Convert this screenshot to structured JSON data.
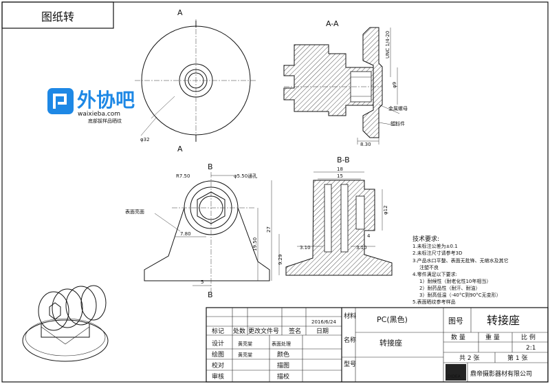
{
  "top_left_label": "图纸转",
  "section_labels": {
    "a_left_top": "A",
    "a_left_bottom": "A",
    "aa": "A-A",
    "b_top": "B",
    "b_bottom": "B",
    "bb": "B-B"
  },
  "watermark": {
    "brand": "外协吧",
    "url": "waixieba.com"
  },
  "front_view": {
    "texture_note": "底部拔样品晒纹",
    "dia": "φ32"
  },
  "section_aa": {
    "thread": "UNC 1/4-20",
    "phi9": "φ9",
    "nut": "金属螺母",
    "plastic": "塑料件",
    "dim_830": "8.30"
  },
  "view_b": {
    "r": "R7.50",
    "hole": "φ5.50通孔",
    "surface": "表面亮面",
    "d780": "7.80",
    "d1950": "19.50",
    "d27": "27",
    "d5": "5"
  },
  "section_bb": {
    "d18": "18",
    "d15": "15",
    "phi12": "φ12",
    "d310a": "3.10",
    "d310b": "3.10",
    "d4": "4",
    "d929": "9.29"
  },
  "notes": {
    "title": "技术要求:",
    "lines": [
      "1.未标注公差为±0.1",
      "2.未标注尺寸请参考3D",
      "3.产品水口平整、表面无批锋、无缩水及其它",
      "注塑不良",
      "4.零件满足以下要求:",
      "1）耐候性（耐老化性10年相当）",
      "2）耐药品性（耐汗、耐油）",
      "3）耐高低温（-40°C到90°C无变形）",
      "5.表面晒纹参考样品"
    ]
  },
  "title_block": {
    "date": "2016/6/24",
    "material_label": "材料",
    "material": "PC(黑色)",
    "drawing_no_label": "图号",
    "part_name": "转接座",
    "name_label": "名称",
    "name_value": "转接座",
    "model_label": "型号",
    "qty": "数 量",
    "weight": "重 量",
    "scale": "比 例",
    "scale_value": "2:1",
    "total": "共 2 张",
    "sheet": "第 1 张",
    "company": "鼎帝摄影器材有限公司",
    "logo": "DIDEA",
    "rows": {
      "mark": "标记",
      "zone": "处数",
      "change": "更改文件号",
      "sign": "签名",
      "date_h": "日期",
      "design": "设计",
      "designer": "黄亮棠",
      "surface": "表面处理",
      "drawn": "绘图",
      "drafter": "黄亮棠",
      "color": "颜色",
      "check": "校对",
      "trace": "描图",
      "review": "审核",
      "trace_check": "描校"
    }
  }
}
